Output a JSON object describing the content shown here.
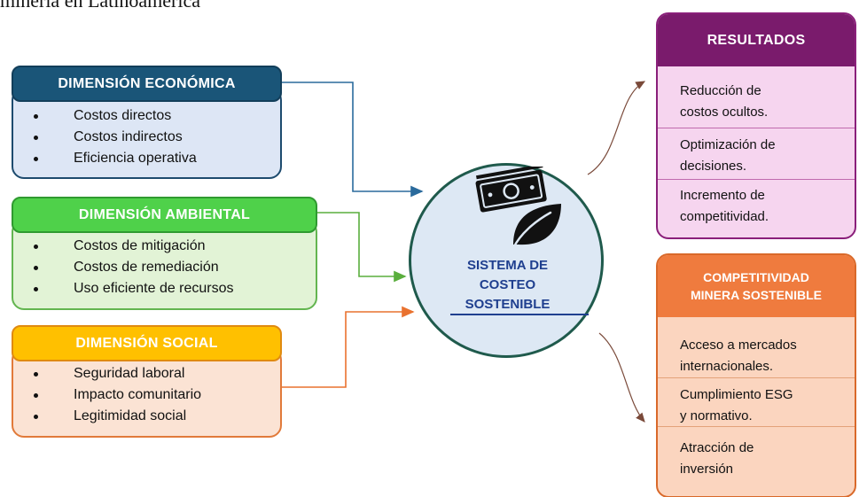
{
  "caption": "minería en Latinoamérica",
  "dimensions": {
    "economica": {
      "title": "DIMENSIÓN ECONÓMICA",
      "items": [
        "Costos directos",
        "Costos indirectos",
        "Eficiencia operativa"
      ],
      "color": "#1a5578"
    },
    "ambiental": {
      "title": "DIMENSIÓN AMBIENTAL",
      "items": [
        "Costos de mitigación",
        "Costos de remediación",
        "Uso eficiente de recursos"
      ],
      "color": "#4fd14a"
    },
    "social": {
      "title": "DIMENSIÓN SOCIAL",
      "items": [
        "Seguridad laboral",
        "Impacto comunitario",
        "Legitimidad social"
      ],
      "color": "#ffc000"
    }
  },
  "center": {
    "lines": [
      "SISTEMA DE",
      "COSTEO",
      "SOSTENIBLE"
    ],
    "icon": "money-leaf-icon"
  },
  "resultados": {
    "title": "RESULTADOS",
    "items": [
      [
        "Reducción de",
        "costos ocultos."
      ],
      [
        "Optimización de",
        "decisiones."
      ],
      [
        "Incremento de",
        "competitividad."
      ]
    ],
    "color": "#7a1b6c"
  },
  "competitividad": {
    "title_lines": [
      "COMPETITIVIDAD",
      "MINERA SOSTENIBLE"
    ],
    "items": [
      [
        "Acceso a mercados",
        "internacionales."
      ],
      [
        "Cumplimiento ESG",
        "y normativo."
      ],
      [
        "Atracción de",
        "inversión"
      ]
    ],
    "color": "#ef7b3e"
  }
}
